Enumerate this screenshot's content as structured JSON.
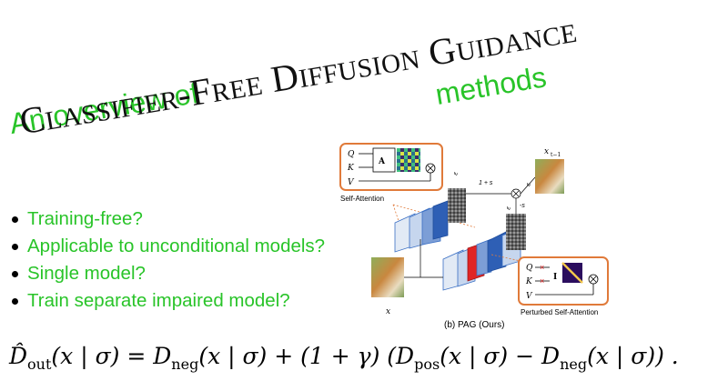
{
  "title": {
    "line1": "An overview of",
    "line2": "Classifier-Free Diffusion Guidance",
    "line3": "methods"
  },
  "bullets": [
    "Training-free?",
    "Applicable to unconditional models?",
    "Single model?",
    "Train separate impaired model?"
  ],
  "diagram": {
    "self_attention_label": "Self-Attention",
    "perturbed_label": "Perturbed Self-Attention",
    "caption": "(b) PAG (Ours)",
    "q": "Q",
    "k": "K",
    "v": "V",
    "t": "t",
    "a_label": "A",
    "i_label": "I",
    "x_t": "x",
    "x_t1": "x",
    "eps1": "ε",
    "eps2": "ε",
    "eps3": "ε",
    "eps_sub": "θ",
    "eps_arg1": "(x",
    "eps_arg2": ")",
    "weight_top": "1 + s",
    "weight_bottom": "-s",
    "x_sub_t1": "t−1"
  },
  "equation": {
    "lhs": "D̂",
    "text": "(x | σ) = D",
    "full": "D̂out(x | σ) = Dneg(x | σ) + (1 + γ) (Dpos(x | σ) − Dneg(x | σ))."
  },
  "colors": {
    "green": "#29c429",
    "orange": "#e07a3a",
    "blue": "#3a6fc4",
    "red": "#d62020"
  }
}
